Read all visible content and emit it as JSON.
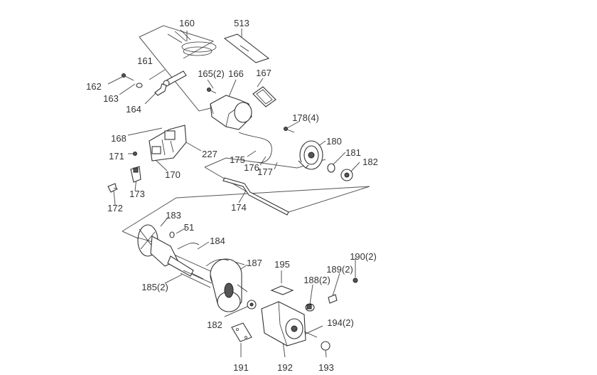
{
  "diagram": {
    "part_labels": {
      "p160": "160",
      "p513": "513",
      "p161": "161",
      "p162": "162",
      "p163": "163",
      "p164": "164",
      "p165": "165(2)",
      "p166": "166",
      "p167": "167",
      "p168": "168",
      "p171": "171",
      "p170": "170",
      "p227": "227",
      "p173": "173",
      "p172": "172",
      "p178": "178(4)",
      "p180": "180",
      "p181": "181",
      "p182a": "182",
      "p175": "175",
      "p176": "176",
      "p177": "177",
      "p174": "174",
      "p183": "183",
      "p51": "51",
      "p184": "184",
      "p185": "185(2)",
      "p187": "187",
      "p195": "195",
      "p188": "188(2)",
      "p189": "189(2)",
      "p190": "190(2)",
      "p182b": "182",
      "p194": "194(2)",
      "p191": "191",
      "p192": "192",
      "p193": "193"
    }
  }
}
